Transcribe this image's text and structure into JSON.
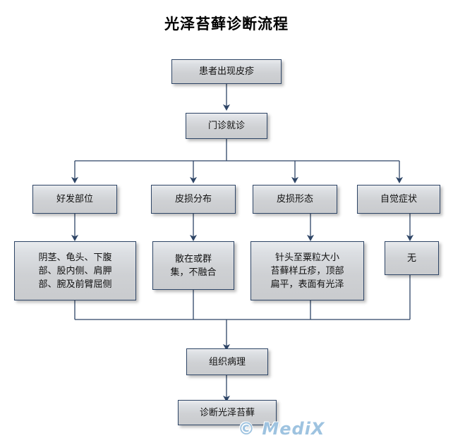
{
  "title": "光泽苔藓诊断流程",
  "watermark": "© MediX",
  "colors": {
    "background": "#ffffff",
    "node_border": "#2e4566",
    "node_fill_top": "#e9ebee",
    "node_fill_bottom": "#c9cbce",
    "connector": "#2e4566",
    "title_text": "#000000",
    "watermark_text": "#9ec3e0"
  },
  "nodes": {
    "start": {
      "label": "患者出现皮疹"
    },
    "visit": {
      "label": "门诊就诊"
    },
    "branch_site": {
      "label": "好发部位"
    },
    "branch_distribution": {
      "label": "皮损分布"
    },
    "branch_morphology": {
      "label": "皮损形态"
    },
    "branch_symptom": {
      "label": "自觉症状"
    },
    "detail_site": {
      "label": "阴茎、龟头、下腹\n部、股内侧、肩胛\n部、腕及前臂屈侧"
    },
    "detail_distribution": {
      "label": "散在或群\n集，不融合"
    },
    "detail_morphology": {
      "label": "针头至粟粒大小\n苔藓样丘疹，顶部\n扁平，表面有光泽"
    },
    "detail_symptom": {
      "label": "无"
    },
    "pathology": {
      "label": "组织病理"
    },
    "diagnosis": {
      "label": "诊断光泽苔藓"
    }
  },
  "flow": {
    "type": "flowchart",
    "edges": [
      {
        "from": "start",
        "to": "visit"
      },
      {
        "from": "visit",
        "to": "branch_site"
      },
      {
        "from": "visit",
        "to": "branch_distribution"
      },
      {
        "from": "visit",
        "to": "branch_morphology"
      },
      {
        "from": "visit",
        "to": "branch_symptom"
      },
      {
        "from": "branch_site",
        "to": "detail_site"
      },
      {
        "from": "branch_distribution",
        "to": "detail_distribution"
      },
      {
        "from": "branch_morphology",
        "to": "detail_morphology"
      },
      {
        "from": "branch_symptom",
        "to": "detail_symptom"
      },
      {
        "from": "detail_site",
        "to": "pathology"
      },
      {
        "from": "detail_distribution",
        "to": "pathology"
      },
      {
        "from": "detail_morphology",
        "to": "pathology"
      },
      {
        "from": "detail_symptom",
        "to": "pathology"
      },
      {
        "from": "pathology",
        "to": "diagnosis"
      }
    ]
  }
}
